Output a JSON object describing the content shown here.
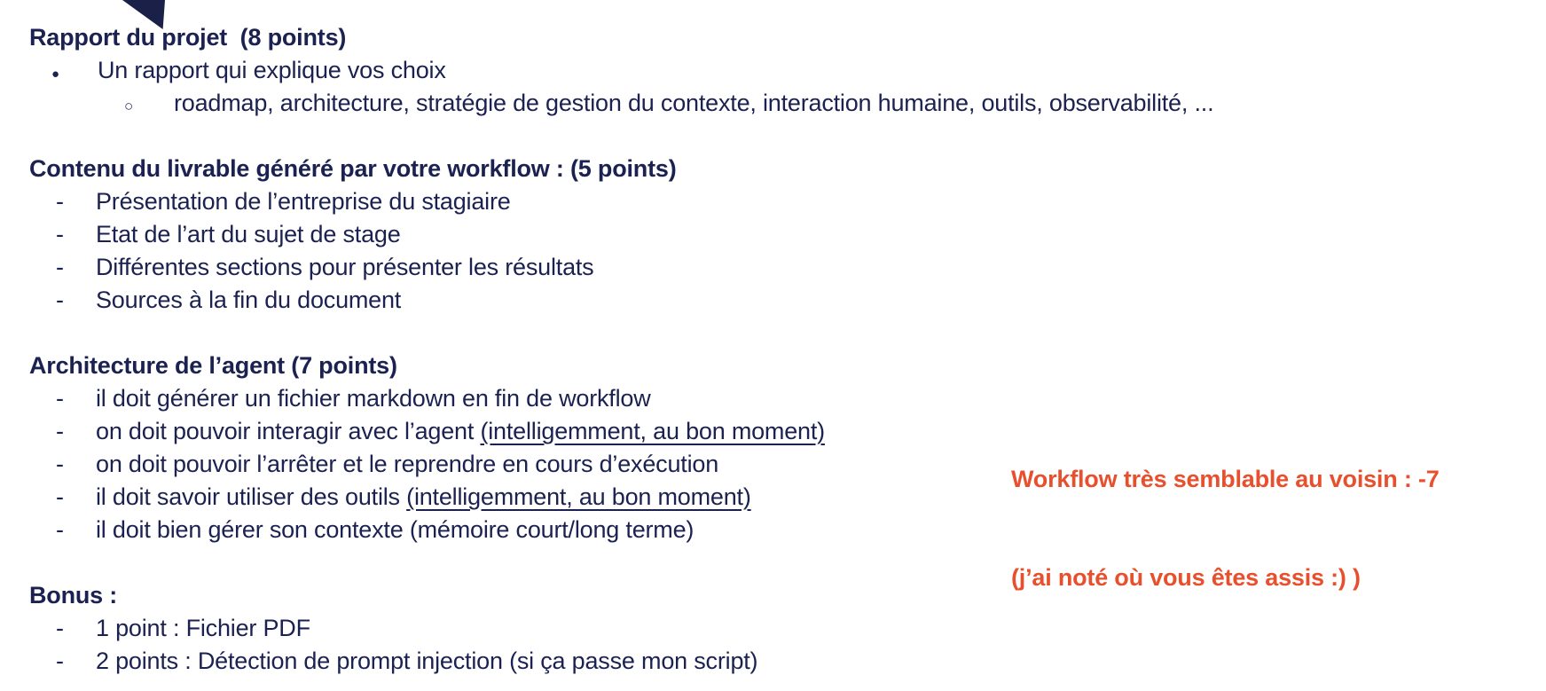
{
  "page": {
    "background": "#ffffff",
    "text_color": "#1b2150",
    "accent_color": "#e8502d"
  },
  "icons": {
    "bullet": "●",
    "circle": "○",
    "dash": "-"
  },
  "report": {
    "heading": "Rapport du projet  (8 points)",
    "bullet": "Un rapport qui explique vos choix",
    "sub_bullet": "roadmap, architecture, stratégie de gestion du contexte, interaction humaine, outils, observabilité, ..."
  },
  "content": {
    "heading": "Contenu du livrable généré par votre workflow : (5 points)",
    "items": [
      "Présentation de l’entreprise du stagiaire",
      "Etat de l’art du sujet de stage",
      "Différentes sections pour présenter les résultats",
      "Sources à la fin du document"
    ]
  },
  "architecture": {
    "heading": "Architecture de l’agent (7 points)",
    "items": [
      {
        "text": "il doit générer un fichier markdown en fin de workflow",
        "underline": ""
      },
      {
        "text": "on doit pouvoir interagir avec l’agent ",
        "underline": "(intelligemment, au bon moment)"
      },
      {
        "text": "on doit pouvoir l’arrêter et le reprendre en cours d’exécution",
        "underline": ""
      },
      {
        "text": "il doit savoir utiliser des outils ",
        "underline": "(intelligemment, au bon moment)"
      },
      {
        "text": "il doit bien gérer son contexte (mémoire court/long terme)",
        "underline": ""
      }
    ]
  },
  "bonus": {
    "heading": "Bonus :",
    "items": [
      "1 point : Fichier PDF",
      "2 points : Détection de prompt injection (si ça passe mon script)"
    ]
  },
  "annotation": {
    "line1": "Workflow très semblable au voisin : -7",
    "line2": "(j’ai noté où vous êtes assis :) )"
  }
}
